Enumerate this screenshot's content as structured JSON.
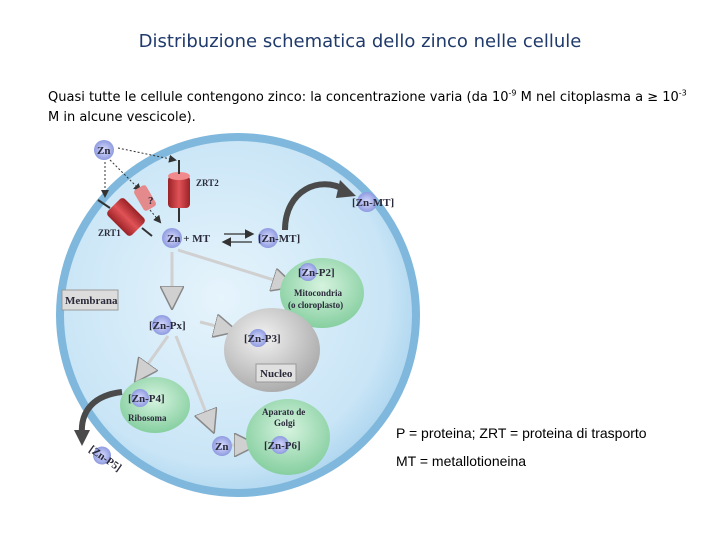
{
  "title": "Distribuzione schematica dello zinco nelle cellule",
  "intro": {
    "part1": "Quasi tutte le cellule contengono zinco: la concentrazione  varia (da 10",
    "exp1": "-9",
    "part2": " M nel citoplasma a ≥ 10",
    "exp2": "-3",
    "part3": " M in alcune vescicole)."
  },
  "legend": {
    "line1": "P = proteina; ZRT = proteina di trasporto",
    "line2": "MT = metallotioneina"
  },
  "diagram": {
    "zn_outside": "Zn",
    "zrt1": "ZRT1",
    "zrt2": "ZRT2",
    "question": "?",
    "zn_mt_reaction": "Zn  +  MT",
    "zn_mt_complex": "[Zn-MT]",
    "zn_mt_exported": "[Zn-MT]",
    "membrane": "Membrana",
    "zn_p2": "[Zn-P2]",
    "mito_line1": "Mitocondria",
    "mito_line2": "(o cloroplasto)",
    "zn_px": "[Zn-Px]",
    "zn_p3": "[Zn-P3]",
    "nucleus": "Nucleo",
    "zn_p4": "[Zn-P4]",
    "ribosome": "Ribosoma",
    "zn_p5": "[Zn-P5]",
    "golgi_line1": "Aparato de",
    "golgi_line2": "Golgi",
    "zn_free": "Zn",
    "zn_p6": "[Zn-P6]"
  },
  "colors": {
    "title": "#1f3a6b",
    "cell_fill": "#cfe8f7",
    "zn_marker": "#8f9be0",
    "organelle_green": "#9fdcb3",
    "nucleus_gray": "#bdbdbd",
    "transporter_red": "#c8383c"
  }
}
